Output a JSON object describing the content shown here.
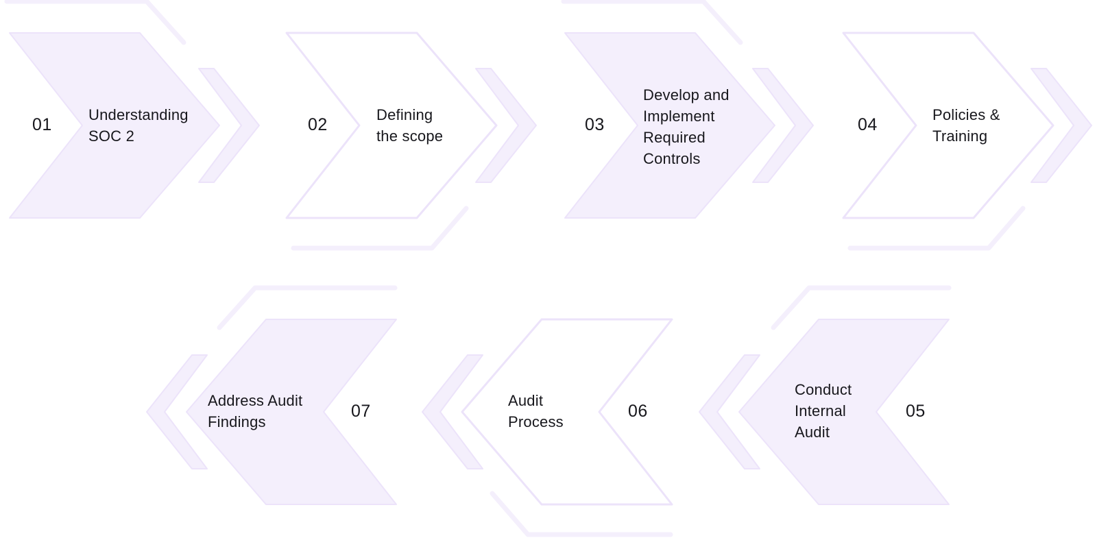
{
  "colors": {
    "fill": "#f4effc",
    "stroke": "#ece3fa",
    "text": "#17171c"
  },
  "steps": [
    {
      "number": "01",
      "lines": [
        "Understanding",
        "SOC 2"
      ]
    },
    {
      "number": "02",
      "lines": [
        "Defining",
        "the scope"
      ]
    },
    {
      "number": "03",
      "lines": [
        "Develop and",
        "Implement",
        "Required",
        "Controls"
      ]
    },
    {
      "number": "04",
      "lines": [
        "Policies &",
        "Training"
      ]
    },
    {
      "number": "05",
      "lines": [
        "Conduct",
        "Internal",
        "Audit"
      ]
    },
    {
      "number": "06",
      "lines": [
        "Audit",
        "Process"
      ]
    },
    {
      "number": "07",
      "lines": [
        "Address Audit",
        "Findings"
      ]
    }
  ]
}
